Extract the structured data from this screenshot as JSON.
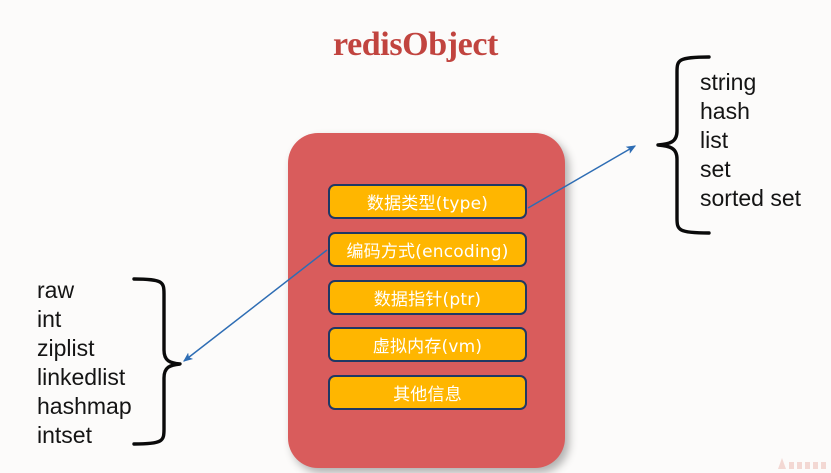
{
  "title": "redisObject",
  "colors": {
    "background": "#FCFBFA",
    "title": "#C1443F",
    "card": "#D95C5C",
    "field_fill": "#FFB600",
    "field_border": "#1F3864",
    "field_text": "#FFFFFF",
    "brace": "#0A0A0A",
    "arrow": "#2E6DB4",
    "label_text": "#141414"
  },
  "card": {
    "fields": [
      {
        "label": "数据类型(type)"
      },
      {
        "label": "编码方式(encoding)"
      },
      {
        "label": "数据指针(ptr)"
      },
      {
        "label": "虚拟内存(vm)"
      },
      {
        "label": "其他信息"
      }
    ]
  },
  "right_group": {
    "source_field": "数据类型(type)",
    "items": [
      "string",
      "hash",
      "list",
      "set",
      "sorted set"
    ]
  },
  "left_group": {
    "source_field": "编码方式(encoding)",
    "items": [
      "raw",
      "int",
      "ziplist",
      "linkedlist",
      "hashmap",
      "intset"
    ]
  },
  "connectors": [
    {
      "name": "type-to-datatypes",
      "from": "数据类型(type)",
      "to": "string/hash/list/set/sorted set"
    },
    {
      "name": "encoding-to-encodings",
      "from": "编码方式(encoding)",
      "to": "raw/int/ziplist/linkedlist/hashmap/intset"
    }
  ],
  "watermark": {
    "present": true
  }
}
